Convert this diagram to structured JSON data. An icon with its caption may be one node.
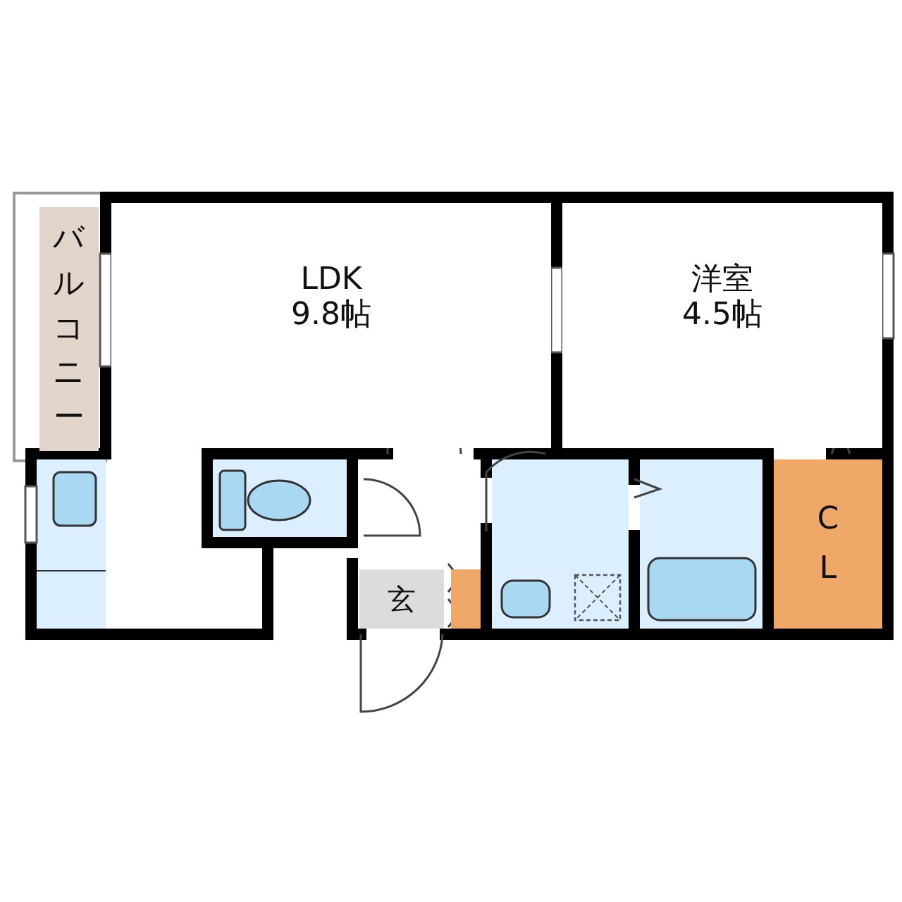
{
  "diagram": {
    "nodes": [
      {
        "text": [
          "バルコニー"
        ]
      },
      {
        "text": [
          "LDK",
          "9.8帖"
        ]
      },
      {
        "text": [
          "洋室",
          "4.5帖"
        ]
      },
      {
        "text": [
          "玄"
        ]
      },
      {
        "text": [
          "C L"
        ]
      }
    ]
  }
}
